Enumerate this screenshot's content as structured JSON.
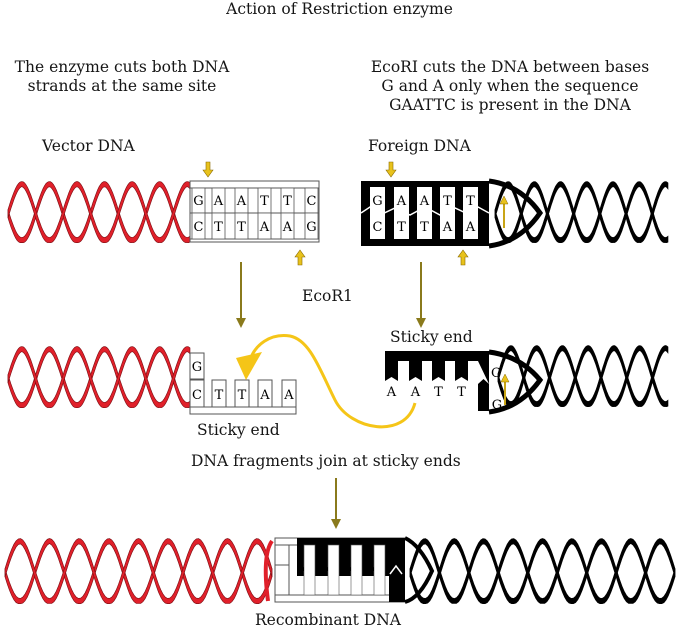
{
  "title": "Action of Restriction enzyme",
  "notes": {
    "left": [
      "The enzyme cuts both DNA",
      "strands at the same site"
    ],
    "right": [
      "EcoRI cuts the DNA between bases",
      "G and A only when the sequence",
      "GAATTC is present in the DNA"
    ]
  },
  "labels": {
    "vector_dna": "Vector DNA",
    "foreign_dna": "Foreign DNA",
    "enzyme": "EcoR1",
    "sticky_end_left": "Sticky end",
    "sticky_end_right": "Sticky end",
    "join_caption": "DNA fragments join at sticky ends",
    "recombinant_dna": "Recombinant DNA"
  },
  "sequences": {
    "top_strand": [
      "G",
      "A",
      "A",
      "T",
      "T",
      "C"
    ],
    "bottom_strand": [
      "C",
      "T",
      "T",
      "A",
      "A",
      "G"
    ],
    "vector_sticky_top": [
      "G"
    ],
    "vector_sticky_bottom": [
      "C",
      "T",
      "T",
      "A",
      "A"
    ],
    "foreign_sticky_overhang": [
      "A",
      "A",
      "T",
      "T"
    ],
    "foreign_remaining": [
      "C",
      "G"
    ]
  },
  "colors": {
    "vector_helix": "#e0202a",
    "foreign_helix": "#000000",
    "cut_arrow": "#e8c21c",
    "flow_arrow": "#8a7a1c",
    "join_arrow": "#f5c518"
  }
}
